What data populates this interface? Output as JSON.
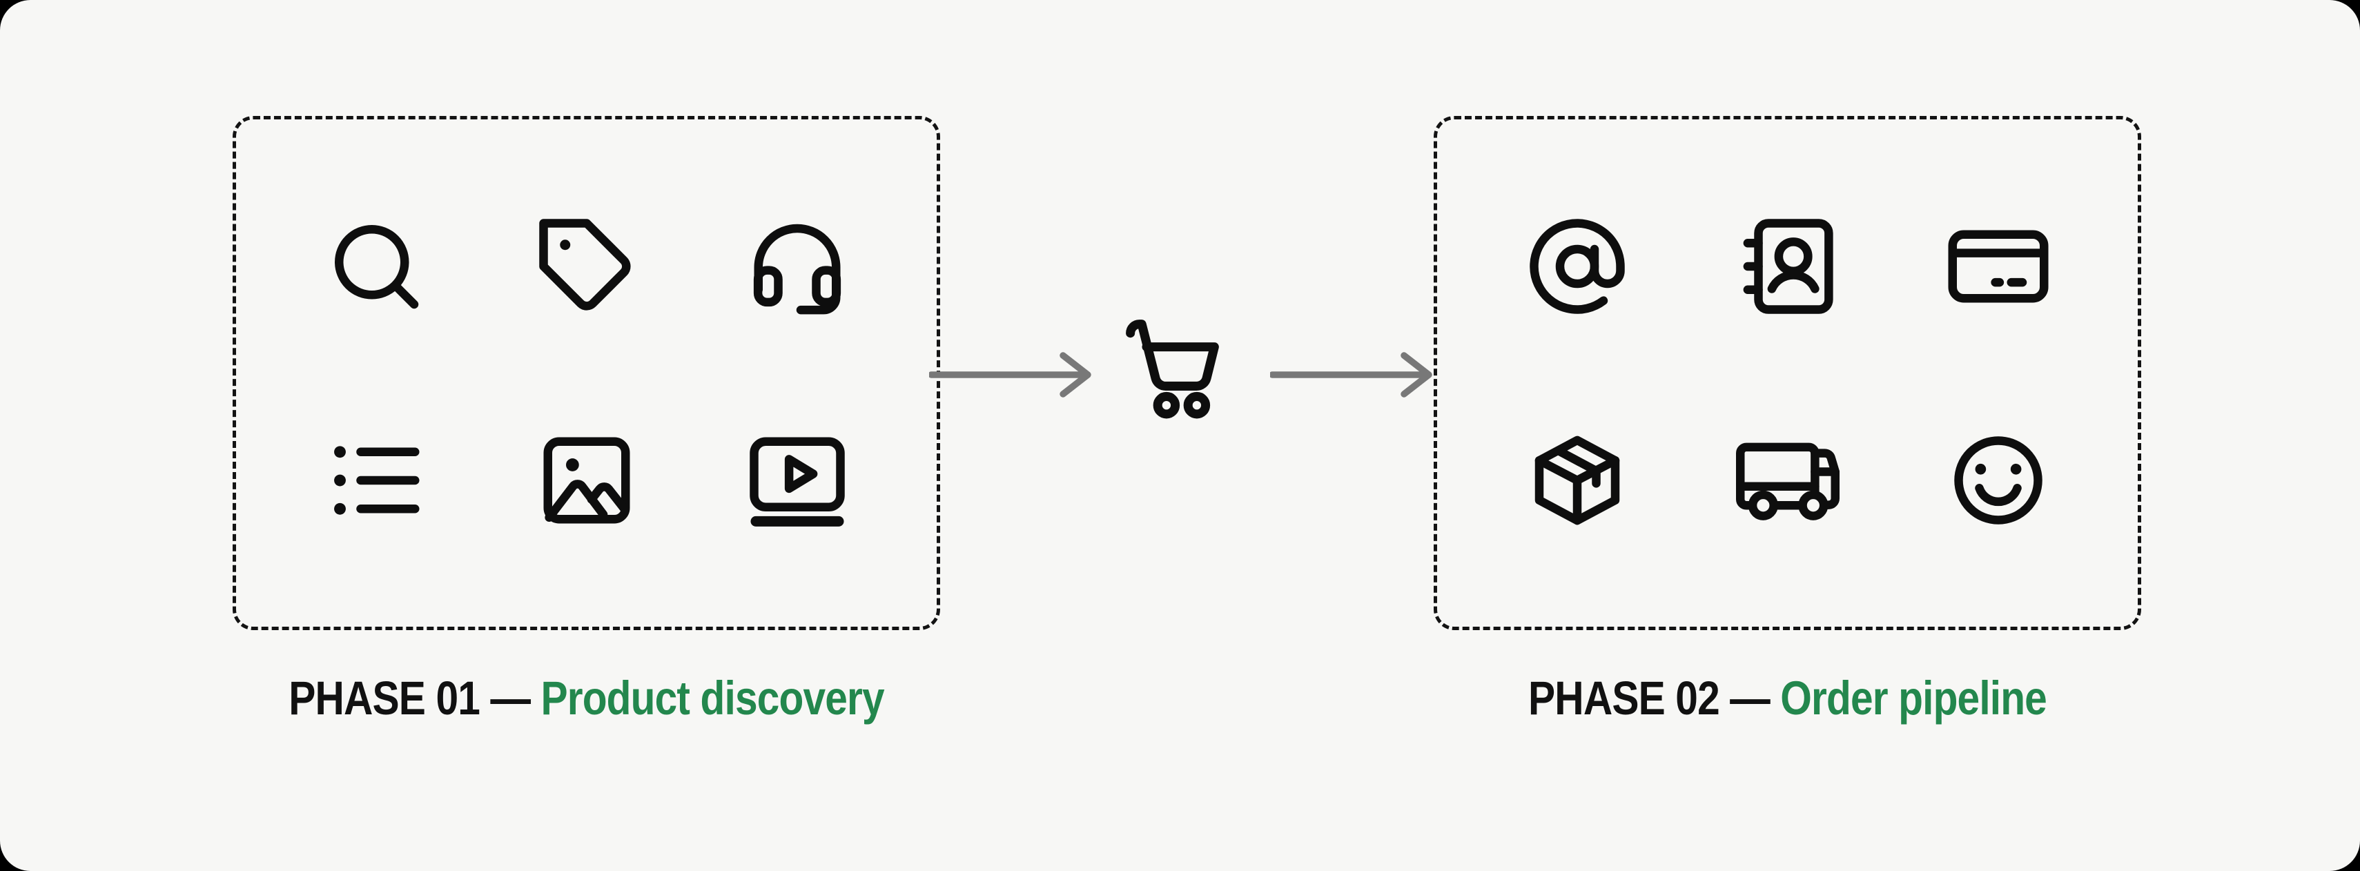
{
  "page": {
    "background": "#f7f7f5",
    "outer_background": "#000000",
    "type": "two-phase e-commerce flow diagram"
  },
  "colors": {
    "icon_stroke": "#0e0e0e",
    "label_black": "#111111",
    "accent_green": "#23874d",
    "arrow_gray": "#787878",
    "dashed_border": "#131313"
  },
  "phases": [
    {
      "label_prefix": "PHASE 01",
      "separator": "—",
      "title": "Product discovery",
      "icons": [
        "search-icon",
        "tag-icon",
        "headset-icon",
        "list-icon",
        "image-icon",
        "video-player-icon"
      ]
    },
    {
      "label_prefix": "PHASE 02",
      "separator": "—",
      "title": "Order pipeline",
      "icons": [
        "at-sign-icon",
        "contact-book-icon",
        "credit-card-icon",
        "package-icon",
        "delivery-truck-icon",
        "smiley-face-icon"
      ]
    }
  ],
  "connector": {
    "center_icon": "shopping-cart-icon",
    "arrows": [
      "arrow-right",
      "arrow-right"
    ]
  }
}
